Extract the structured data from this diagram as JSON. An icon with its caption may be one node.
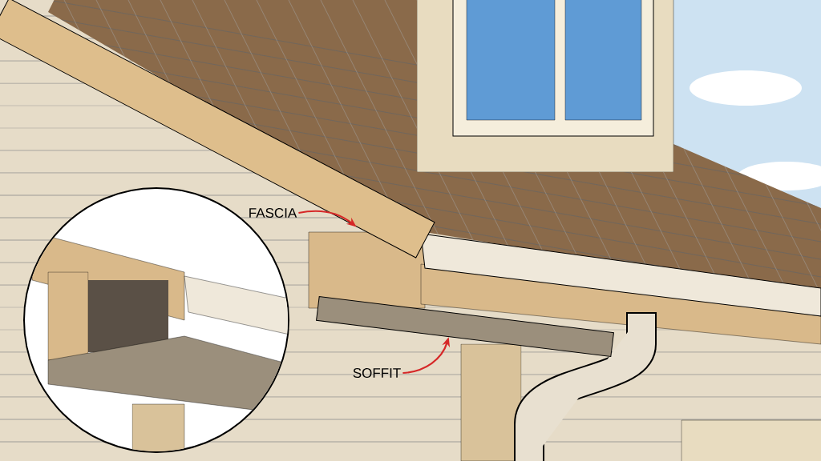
{
  "diagram": {
    "nodes": [
      {
        "text": [
          "FASCIA"
        ]
      },
      {
        "text": [],
        "shape": "box"
      },
      {
        "text": [
          "SOFFIT"
        ]
      },
      {
        "text": [],
        "shape": "box"
      }
    ],
    "edges": [
      {
        "from": 0,
        "to": 1,
        "arrow": "to"
      },
      {
        "from": 2,
        "to": 3,
        "arrow": "to"
      }
    ]
  }
}
